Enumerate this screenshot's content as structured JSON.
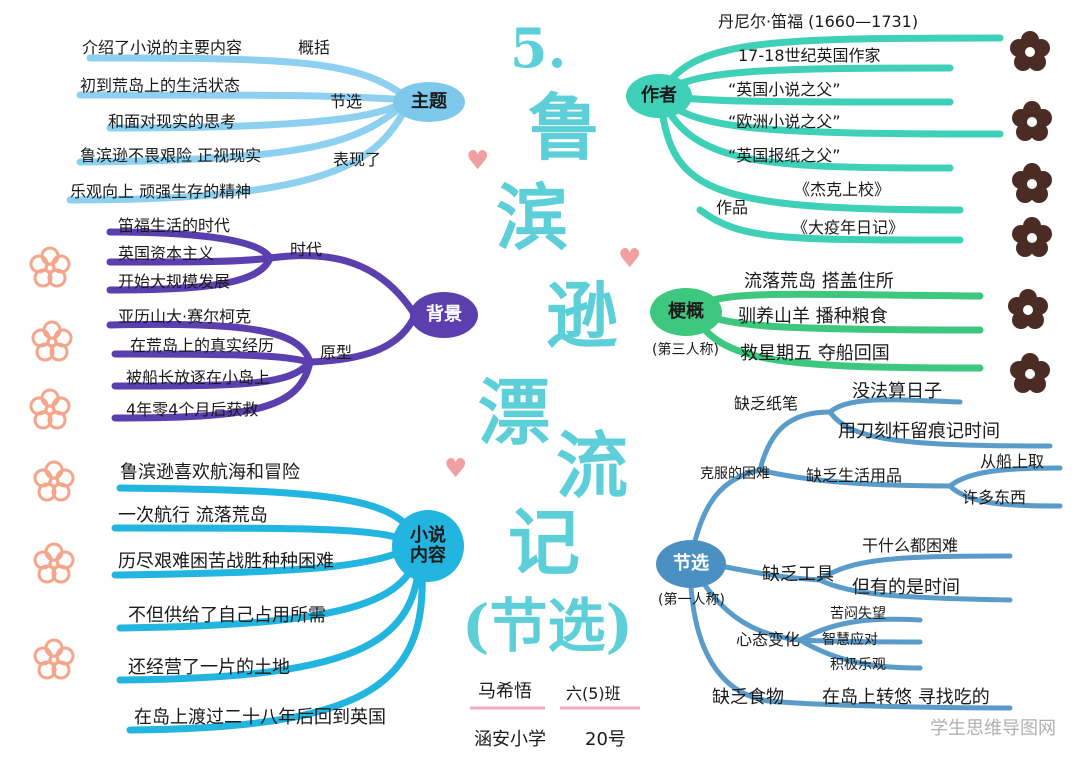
{
  "title": {
    "number": "5.",
    "chars": [
      "鲁",
      "滨",
      "逊",
      "漂",
      "流",
      "记"
    ],
    "sub": "(节选)"
  },
  "signature": {
    "name": "马希悟",
    "class": "六(5)班",
    "school": "涵安小学",
    "no": "20号"
  },
  "theme": {
    "label": "主题",
    "c1": "概括",
    "c2": "节选",
    "c3": "表现了",
    "items": [
      "介绍了小说的主要内容",
      "初到荒岛上的生活状态",
      "和面对现实的思考",
      "鲁滨逊不畏艰险 正视现实",
      "乐观向上 顽强生存的精神"
    ]
  },
  "background": {
    "label": "背景",
    "c1": "时代",
    "c2": "原型",
    "items": [
      "笛福生活的时代",
      "英国资本主义",
      "开始大规模发展",
      "亚历山大·赛尔柯克",
      "在荒岛上的真实经历",
      "被船长放逐在小岛上",
      "4年零4个月后获救"
    ]
  },
  "content": {
    "label": "小说内容",
    "items": [
      "鲁滨逊喜欢航海和冒险",
      "一次航行 流落荒岛",
      "历尽艰难困苦战胜种种困难",
      "不但供给了自己占用所需",
      "还经营了一片的土地",
      "在岛上渡过二十八年后回到英国"
    ]
  },
  "author": {
    "label": "作者",
    "items": [
      "丹尼尔·笛福 (1660—1731)",
      "17-18世纪英国作家",
      "“英国小说之父”",
      "“欧洲小说之父”",
      "“英国报纸之父”"
    ],
    "works_label": "作品",
    "works": [
      "《杰克上校》",
      "《大疫年日记》"
    ]
  },
  "summary": {
    "label": "梗概",
    "note": "(第三人称)",
    "items": [
      "流落荒岛 搭盖住所",
      "驯养山羊 播种粮食",
      "救星期五 夺船回国"
    ]
  },
  "excerpt": {
    "label": "节选",
    "note": "(第一人称)",
    "difficulty": "克服的困难",
    "b1": "缺乏纸笔",
    "b1a": "没法算日子",
    "b1b": "用刀刻杆留痕记时间",
    "b2": "缺乏生活用品",
    "b2a": "从船上取",
    "b2b": "许多东西",
    "b3": "缺乏工具",
    "b3a": "干什么都困难",
    "b3b": "但有的是时间",
    "b4": "心态变化",
    "b4a": "苦闷失望",
    "b4b": "智慧应对",
    "b4c": "积极乐观",
    "b5": "缺乏食物",
    "b5a": "在岛上转悠 寻找吃的"
  },
  "watermark": "学生思维导图网",
  "colors": {
    "title": "#5dcfd8",
    "theme": "#7ec8ec",
    "background": "#5b3fae",
    "content": "#22b5e0",
    "author": "#3fd0b8",
    "summary": "#3ec77f",
    "excerpt": "#4a90c2",
    "flower_left": "#f4a58a",
    "flower_right": "#4a2c24",
    "heart": "#f0a0a0"
  }
}
